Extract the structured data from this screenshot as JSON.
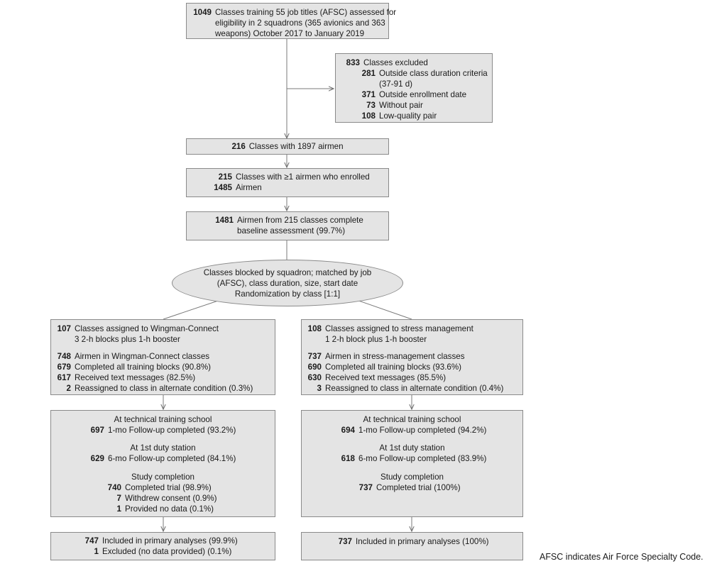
{
  "assessed": {
    "n": "1049",
    "lines": [
      "Classes training 55 job titles (AFSC) assessed for",
      "eligibility in 2 squadrons (365 avionics and 363",
      "weapons) October 2017 to January 2019"
    ]
  },
  "excluded": {
    "n": "833",
    "label": "Classes excluded",
    "items": [
      {
        "n": "281",
        "lines": [
          "Outside class duration criteria",
          "(37-91 d)"
        ]
      },
      {
        "n": "371",
        "lines": [
          "Outside enrollment date"
        ]
      },
      {
        "n": "73",
        "lines": [
          "Without pair"
        ]
      },
      {
        "n": "108",
        "lines": [
          "Low-quality pair"
        ]
      }
    ]
  },
  "classes": {
    "n": "216",
    "label": "Classes with 1897 airmen"
  },
  "enrolled": {
    "n1": "215",
    "label1": "Classes with ≥1 airmen who enrolled",
    "n2": "1485",
    "label2": "Airmen"
  },
  "baseline": {
    "n": "1481",
    "lines": [
      "Airmen from 215 classes complete",
      "baseline assessment (99.7%)"
    ]
  },
  "randomization": {
    "lines": [
      "Classes blocked by squadron; matched by job",
      "(AFSC), class duration, size, start date",
      "Randomization by class [1:1]"
    ]
  },
  "arms": [
    {
      "assign": {
        "n": "107",
        "lines": [
          "Classes assigned to Wingman-Connect",
          "3 2-h blocks plus 1-h booster"
        ]
      },
      "details": [
        {
          "n": "748",
          "t": "Airmen in Wingman-Connect classes"
        },
        {
          "n": "679",
          "t": "Completed all training blocks (90.8%)"
        },
        {
          "n": "617",
          "t": "Received text messages (82.5%)"
        },
        {
          "n": "2",
          "t": "Reassigned to class in alternate condition (0.3%)"
        }
      ],
      "tech_title": "At technical training school",
      "tech": {
        "n": "697",
        "t": "1-mo Follow-up completed (93.2%)"
      },
      "duty_title": "At 1st duty station",
      "duty": {
        "n": "629",
        "t": "6-mo Follow-up completed (84.1%)"
      },
      "study_title": "Study completion",
      "study": [
        {
          "n": "740",
          "t": "Completed trial (98.9%)"
        },
        {
          "n": "7",
          "t": "Withdrew consent (0.9%)"
        },
        {
          "n": "1",
          "t": "Provided no data (0.1%)"
        }
      ],
      "analysis": [
        {
          "n": "747",
          "t": "Included in primary analyses (99.9%)"
        },
        {
          "n": "1",
          "t": "Excluded (no data provided) (0.1%)"
        }
      ]
    },
    {
      "assign": {
        "n": "108",
        "lines": [
          "Classes assigned to stress management",
          "1 2-h block plus 1-h booster"
        ]
      },
      "details": [
        {
          "n": "737",
          "t": "Airmen in stress-management classes"
        },
        {
          "n": "690",
          "t": "Completed all training blocks (93.6%)"
        },
        {
          "n": "630",
          "t": "Received text messages (85.5%)"
        },
        {
          "n": "3",
          "t": "Reassigned to class in alternate condition (0.4%)"
        }
      ],
      "tech_title": "At technical training school",
      "tech": {
        "n": "694",
        "t": "1-mo Follow-up completed (94.2%)"
      },
      "duty_title": "At 1st duty station",
      "duty": {
        "n": "618",
        "t": "6-mo Follow-up completed (83.9%)"
      },
      "study_title": "Study completion",
      "study": [
        {
          "n": "737",
          "t": "Completed trial (100%)"
        }
      ],
      "analysis": [
        {
          "n": "737",
          "t": "Included in primary analyses (100%)"
        }
      ]
    }
  ],
  "footnote": "AFSC indicates Air Force Specialty Code.",
  "colors": {
    "box_fill": "#e4e4e4",
    "border": "#8a8a8a",
    "arrow": "#6e6e6e"
  }
}
